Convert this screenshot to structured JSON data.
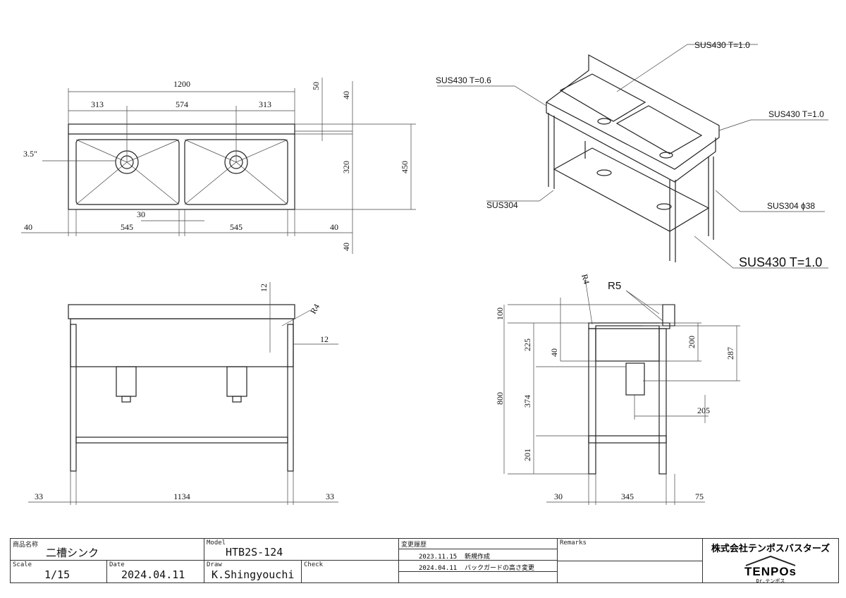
{
  "top_view": {
    "overall": "1200",
    "left_margin": "313",
    "center": "574",
    "right_margin": "313",
    "backguard": "50",
    "top_edge": "40",
    "depth": "450",
    "bowl_depth": "320",
    "bottom_edge": "40",
    "drain": "3.5″",
    "side_left": "40",
    "bowl_left": "545",
    "gap": "30",
    "bowl_right": "545",
    "side_right": "40"
  },
  "front_view": {
    "left": "33",
    "span": "1134",
    "right": "33",
    "thickness": "12",
    "radius": "R4",
    "offset": "12"
  },
  "side_view": {
    "backguard": "100",
    "height": "800",
    "upper": "225",
    "middle": "374",
    "lower": "201",
    "rim": "40",
    "bowl": "200",
    "drain_depth": "287",
    "drain_offset": "205",
    "front": "30",
    "leg_span": "345",
    "rear": "75",
    "radius_top": "R4",
    "radius_bg": "R5"
  },
  "iso_view": {
    "backguard_mat": "SUS430 T=1.0",
    "top_mat": "SUS430 T=0.6",
    "side_mat": "SUS430 T=1.0",
    "frame_mat": "SUS304",
    "leg_mat": "SUS304 ϕ38",
    "shelf_mat": "SUS430 T=1.0"
  },
  "title_block": {
    "product_label": "商品名称",
    "product": "二槽シンク",
    "model_label": "Model",
    "model": "HTB2S-124",
    "history_label": "変更履歴",
    "history": [
      {
        "date": "2023.11.15",
        "note": "新規作成"
      },
      {
        "date": "2024.04.11",
        "note": "バックガードの高さ変更"
      }
    ],
    "remarks_label": "Remarks",
    "company": "株式会社テンポスバスターズ",
    "logo": "TENPOs",
    "logo_sub": "Dr.テンポス",
    "scale_label": "Scale",
    "scale": "1/15",
    "date_label": "Date",
    "date": "2024.04.11",
    "draw_label": "Draw",
    "draw": "K.Shingyouchi",
    "check_label": "Check"
  }
}
